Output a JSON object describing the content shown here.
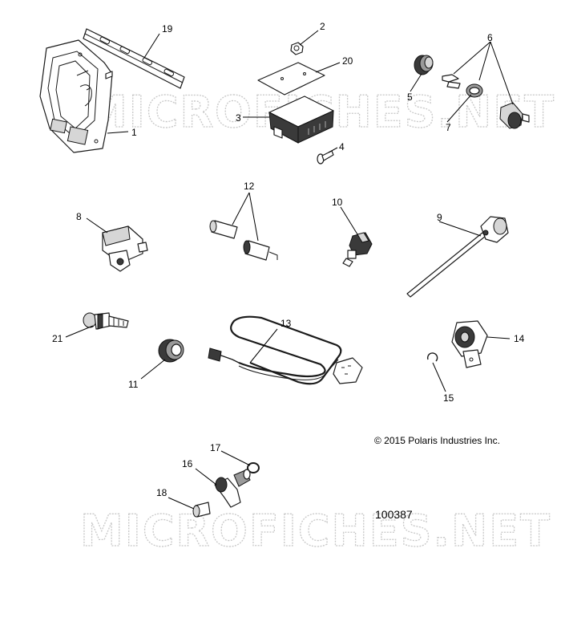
{
  "watermark": "MICROFICHES.NET",
  "copyright": "© 2015 Polaris Industries Inc.",
  "document_id": "100387",
  "callouts": [
    "1",
    "2",
    "3",
    "4",
    "5",
    "6",
    "7",
    "8",
    "9",
    "10",
    "11",
    "12",
    "13",
    "14",
    "15",
    "16",
    "17",
    "18",
    "19",
    "20",
    "21"
  ]
}
